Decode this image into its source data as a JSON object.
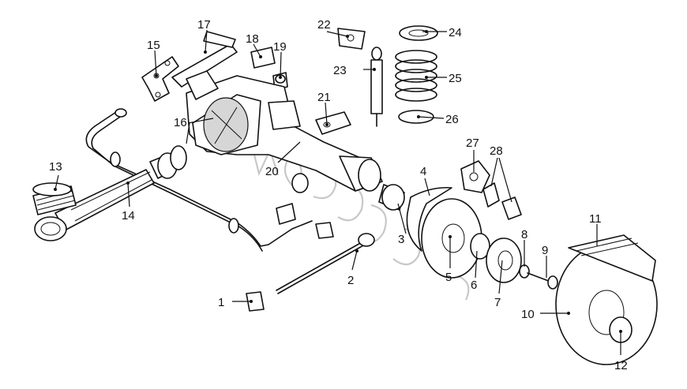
{
  "colors": {
    "line": "#111111",
    "background": "#ffffff",
    "watermark": "#9a9a9a"
  },
  "callouts": {
    "c1": "1",
    "c2": "2",
    "c3": "3",
    "c4": "4",
    "c5": "5",
    "c6": "6",
    "c7": "7",
    "c8": "8",
    "c9": "9",
    "c10": "10",
    "c11": "11",
    "c12": "12",
    "c13": "13",
    "c14": "14",
    "c15": "15",
    "c16": "16",
    "c17": "17",
    "c18": "18",
    "c19": "19",
    "c20": "20",
    "c21": "21",
    "c22": "22",
    "c23": "23",
    "c24": "24",
    "c25": "25",
    "c26": "26",
    "c27": "27",
    "c28": "28"
  }
}
